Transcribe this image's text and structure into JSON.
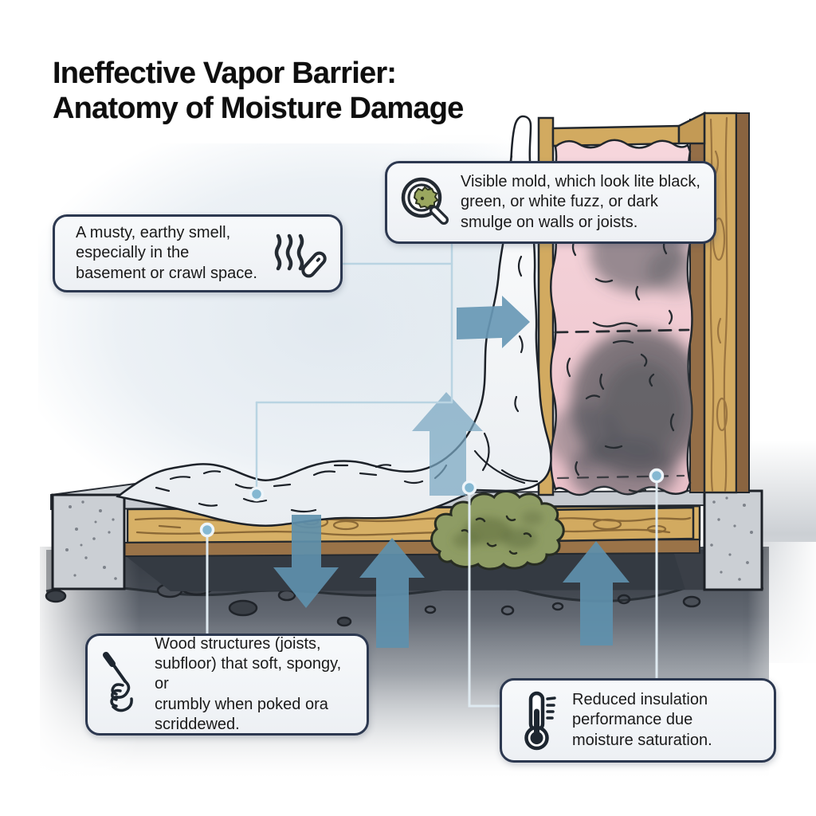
{
  "title": {
    "line1": "Ineffective Vapor Barrier:",
    "line2": "Anatomy of Moisture Damage"
  },
  "callouts": {
    "mold": {
      "icon": "magnifier-mold-icon",
      "text": "Visible mold, which look lite black, green, or white fuzz, or dark smulge on walls or joists.",
      "lines": [
        "Visible mold, which look lite black,",
        "green, or white fuzz, or dark",
        "smulge on walls or joists."
      ]
    },
    "smell": {
      "icon": "odor-waves-icon",
      "text": "A musty, earthy smell, especially in the basement or crawl space.",
      "lines": [
        "A musty, earthy smell,",
        "especially in the",
        "basement or crawl space."
      ]
    },
    "wood": {
      "icon": "poke-hand-icon",
      "text": "Wood structures (joists, subfloor) that soft, spongy, or crumbly when poked ora scriddewed.",
      "lines": [
        "Wood structures (joists,",
        "subfloor) that soft, spongy, or",
        "crumbly when poked ora",
        "scriddewed."
      ]
    },
    "thermo": {
      "icon": "thermometer-icon",
      "text": "Reduced insulation performance due moisture saturation.",
      "lines": [
        "Reduced insulation",
        "performance due",
        "moisture saturation."
      ]
    }
  },
  "diagram": {
    "elements": [
      "vapor-barrier-sheet",
      "insulation-batt-with-mold",
      "wood-stud-wall",
      "subfloor-joist",
      "concrete-footings",
      "soil",
      "mold-growth-clump",
      "moisture-arrows"
    ],
    "colors": {
      "arrow_blue": "#6898b5",
      "insulation_pink": "#f3ccd3",
      "wood_tan": "#d6ae63",
      "wood_brown": "#946e47",
      "mold_green": "#8e9c64",
      "concrete_gray": "#cbcfd4",
      "soil_dark": "#474d55",
      "outline": "#23282e",
      "callout_border": "#2c3850",
      "leader_blue": "#b9d4e2"
    }
  }
}
